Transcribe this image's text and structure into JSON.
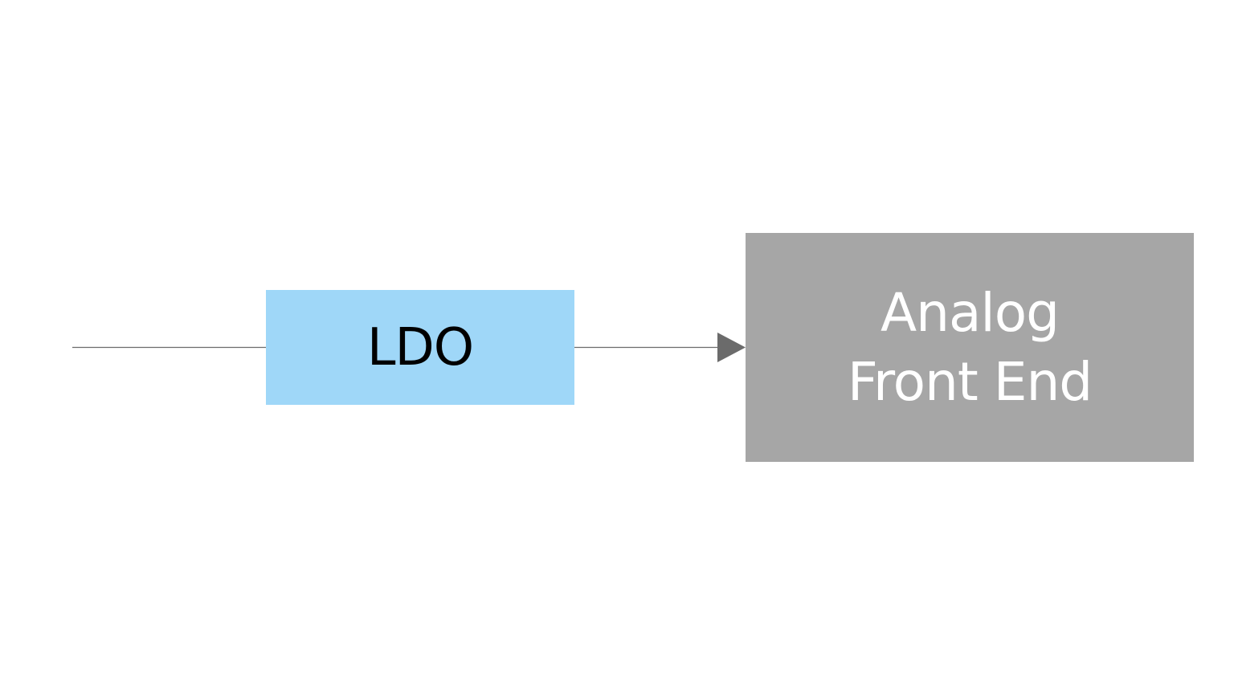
{
  "diagram": {
    "blocks": {
      "ldo": {
        "label": "LDO",
        "fill": "#9fd7f8",
        "text_color": "#000000"
      },
      "analog_front_end": {
        "label_line1": "Analog",
        "label_line2": "Front End",
        "fill": "#a6a6a6",
        "text_color": "#ffffff"
      }
    },
    "connectors": {
      "color": "#6b6b6b",
      "input_to_ldo": "line",
      "ldo_to_afe": "arrow"
    }
  }
}
